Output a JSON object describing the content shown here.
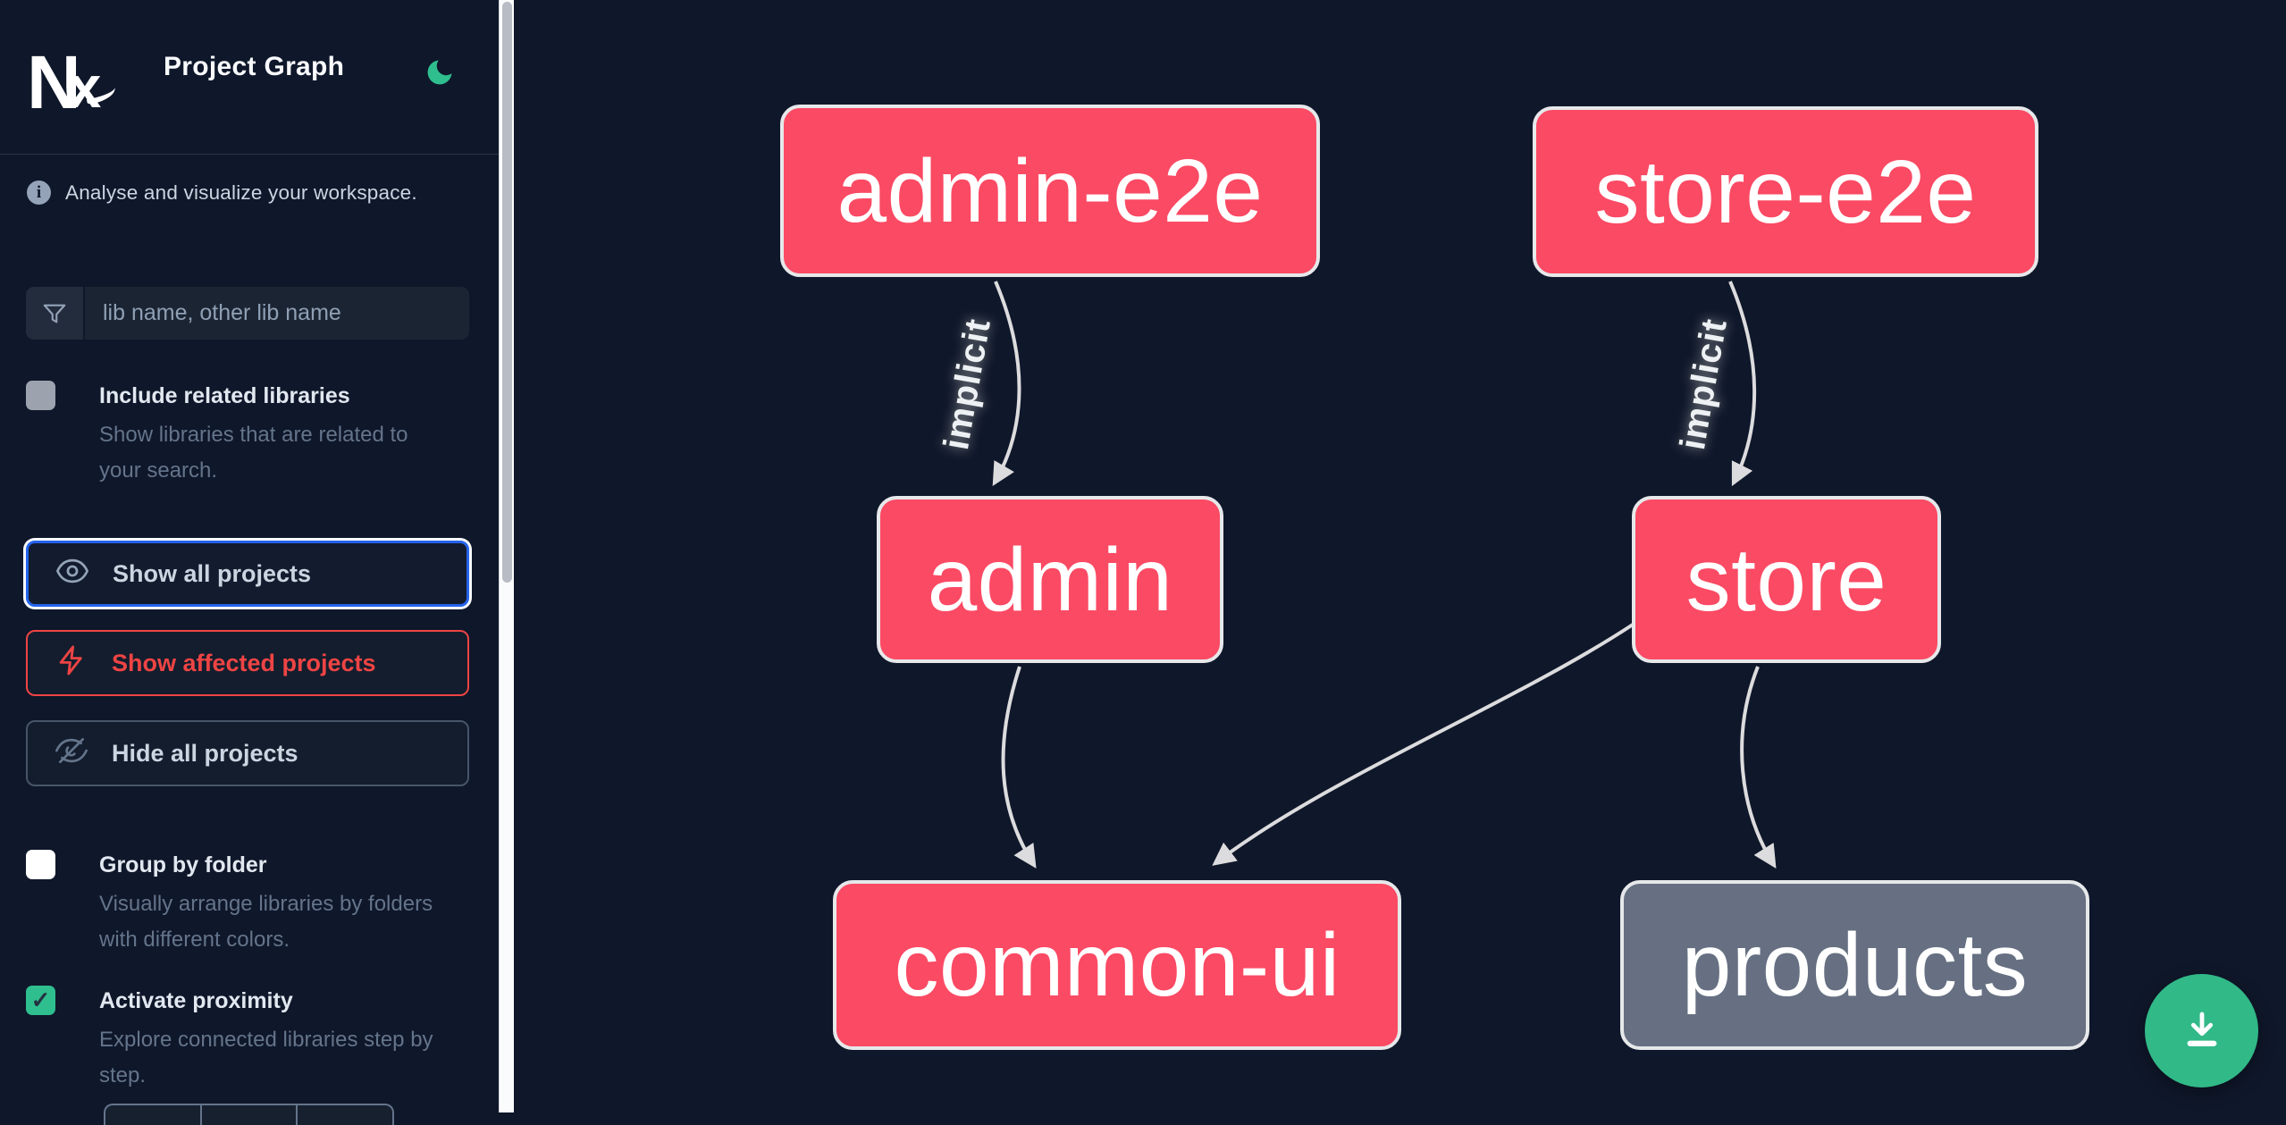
{
  "header": {
    "logo_text": "Nx",
    "title": "Project Graph",
    "theme_icon": "moon-icon"
  },
  "sidebar": {
    "info_text": "Analyse and visualize your workspace.",
    "search": {
      "placeholder": "lib name, other lib name",
      "value": "",
      "icon": "filter-funnel-icon"
    },
    "options": [
      {
        "label": "Include related libraries",
        "description": "Show libraries that are related to your search.",
        "checked": false
      },
      {
        "label": "Group by folder",
        "description": "Visually arrange libraries by folders with different colors.",
        "checked": false
      },
      {
        "label": "Activate proximity",
        "description": "Explore connected libraries step by step.",
        "checked": true,
        "check_glyph": "✓"
      }
    ],
    "actions": [
      {
        "label": "Show all projects",
        "icon": "eye-icon",
        "state": "focused"
      },
      {
        "label": "Show affected projects",
        "icon": "bolt-icon",
        "state": "affected"
      },
      {
        "label": "Hide all projects",
        "icon": "eye-off-icon",
        "state": "default"
      }
    ]
  },
  "graph": {
    "nodes": [
      {
        "label": "admin-e2e",
        "color": "#fb4a64"
      },
      {
        "label": "store-e2e",
        "color": "#fb4a64"
      },
      {
        "label": "admin",
        "color": "#fb4a64"
      },
      {
        "label": "store",
        "color": "#fb4a64"
      },
      {
        "label": "common-ui",
        "color": "#fb4a64"
      },
      {
        "label": "products",
        "color": "#667082"
      }
    ],
    "edges": [
      {
        "from": "admin-e2e",
        "to": "admin",
        "label": "implicit"
      },
      {
        "from": "store-e2e",
        "to": "store",
        "label": "implicit"
      },
      {
        "from": "admin",
        "to": "common-ui",
        "label": ""
      },
      {
        "from": "store",
        "to": "common-ui",
        "label": ""
      },
      {
        "from": "store",
        "to": "products",
        "label": ""
      }
    ],
    "download_button_icon": "download-icon"
  },
  "colors": {
    "background": "#0f172a",
    "node_pink": "#fb4a64",
    "node_gray": "#667082",
    "node_border": "#e6e8ea",
    "edge": "#dcdcde",
    "accent_green": "#31b988",
    "focus_blue": "#2563eb",
    "affected_red": "#ee4444",
    "text_primary": "#e2e8f0",
    "text_muted": "#64748b"
  }
}
